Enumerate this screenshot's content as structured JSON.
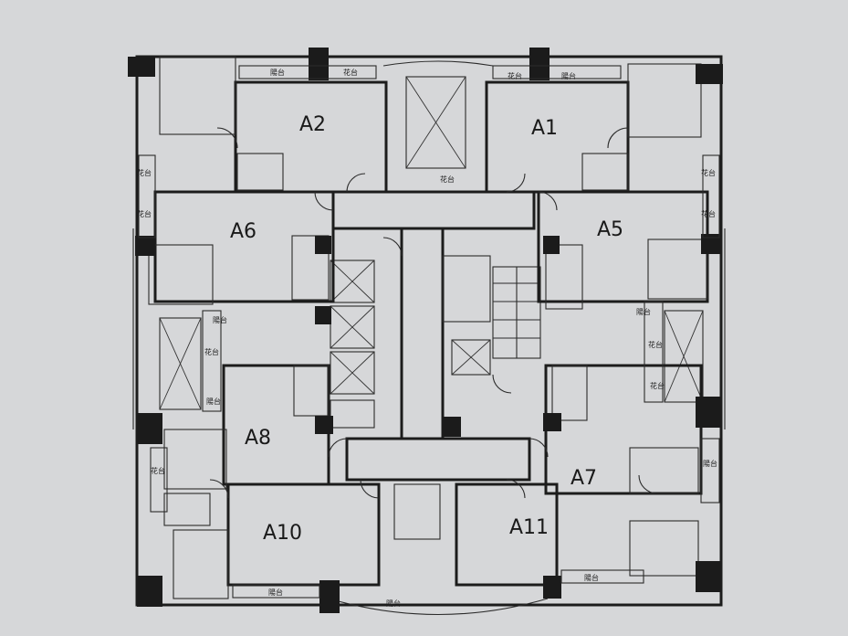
{
  "floor_plan": {
    "units": [
      {
        "id": "A1",
        "label": "A1"
      },
      {
        "id": "A2",
        "label": "A2"
      },
      {
        "id": "A5",
        "label": "A5"
      },
      {
        "id": "A6",
        "label": "A6"
      },
      {
        "id": "A7",
        "label": "A7"
      },
      {
        "id": "A8",
        "label": "A8"
      },
      {
        "id": "A10",
        "label": "A10"
      },
      {
        "id": "A11",
        "label": "A11"
      }
    ],
    "balcony_label": "陽台",
    "planter_label": "花台",
    "colors": {
      "background": "#d6d7d9",
      "wall": "#1c1c1c",
      "column": "#1b1b1b"
    }
  }
}
